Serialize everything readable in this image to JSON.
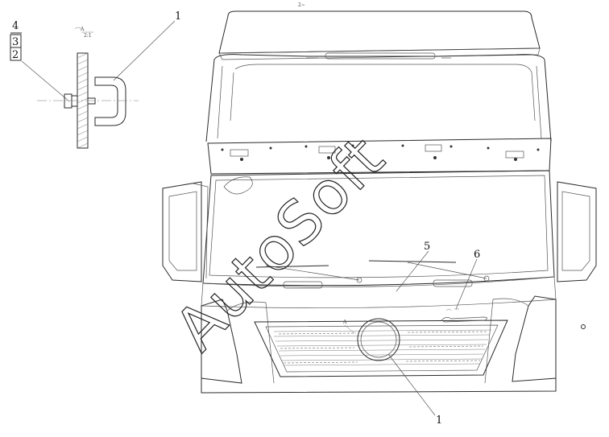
{
  "detail_callouts": {
    "item_4": "4",
    "item_3": "3",
    "item_2": "2",
    "item_1_detail": "1"
  },
  "detail_view": {
    "section_mark": "A",
    "scale": "2:1"
  },
  "main_callouts": {
    "item_5": "5",
    "item_6": "6",
    "item_1_grille": "1",
    "view_arrow_a": "A"
  },
  "top_fragment": "2~",
  "watermark": "AutoSoft"
}
